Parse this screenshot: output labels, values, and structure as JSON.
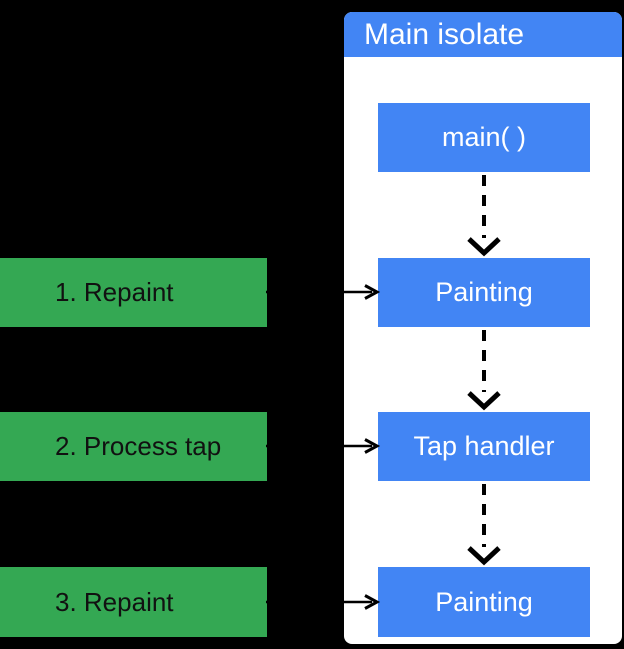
{
  "diagram": {
    "title": "Main isolate",
    "nodes": [
      {
        "id": "main",
        "label": "main( )"
      },
      {
        "id": "painting-1",
        "label": "Painting"
      },
      {
        "id": "tap-handler",
        "label": "Tap handler"
      },
      {
        "id": "painting-2",
        "label": "Painting"
      }
    ],
    "steps": [
      {
        "label": "1. Repaint"
      },
      {
        "label": "2. Process tap"
      },
      {
        "label": "3. Repaint"
      }
    ],
    "colors": {
      "background": "#000000",
      "panel": "#ffffff",
      "accent_blue": "#4285f4",
      "accent_green": "#34a853",
      "node_text": "#ffffff",
      "step_text": "#111111",
      "connector": "#000000"
    }
  }
}
